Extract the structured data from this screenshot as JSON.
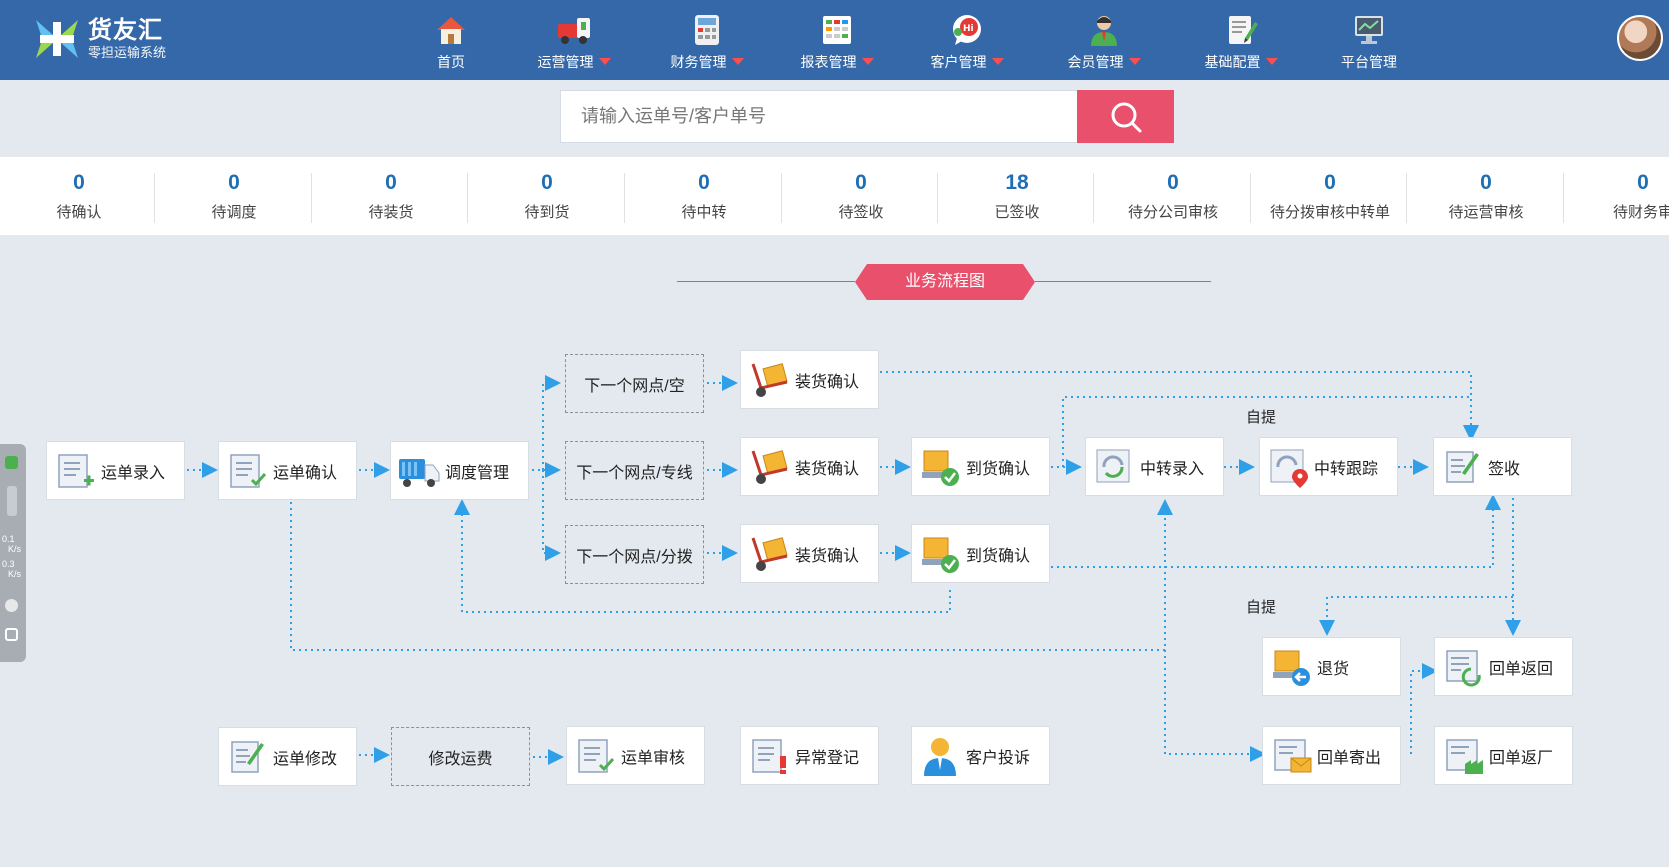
{
  "app": {
    "title": "货友汇",
    "subtitle": "零担运输系统"
  },
  "nav": [
    {
      "label": "首页",
      "icon": "home-icon",
      "dropdown": false
    },
    {
      "label": "运营管理",
      "icon": "truck-icon",
      "dropdown": true
    },
    {
      "label": "财务管理",
      "icon": "calculator-icon",
      "dropdown": true
    },
    {
      "label": "报表管理",
      "icon": "report-icon",
      "dropdown": true
    },
    {
      "label": "客户管理",
      "icon": "chat-icon",
      "dropdown": true
    },
    {
      "label": "会员管理",
      "icon": "member-icon",
      "dropdown": true
    },
    {
      "label": "基础配置",
      "icon": "config-icon",
      "dropdown": true
    },
    {
      "label": "平台管理",
      "icon": "monitor-icon",
      "dropdown": false
    }
  ],
  "search": {
    "placeholder": "请输入运单号/客户单号"
  },
  "stats": [
    {
      "count": "0",
      "label": "待确认"
    },
    {
      "count": "0",
      "label": "待调度"
    },
    {
      "count": "0",
      "label": "待装货"
    },
    {
      "count": "0",
      "label": "待到货"
    },
    {
      "count": "0",
      "label": "待中转"
    },
    {
      "count": "0",
      "label": "待签收"
    },
    {
      "count": "18",
      "label": "已签收"
    },
    {
      "count": "0",
      "label": "待分公司审核"
    },
    {
      "count": "0",
      "label": "待分拨审核中转单"
    },
    {
      "count": "0",
      "label": "待运营审核"
    },
    {
      "count": "0",
      "label": "待财务审"
    }
  ],
  "flow": {
    "title": "业务流程图",
    "notes": [
      "自提",
      "自提"
    ],
    "nodes": {
      "waybill_entry": "运单录入",
      "waybill_confirm": "运单确认",
      "dispatch": "调度管理",
      "next_empty": "下一个网点/空",
      "next_line": "下一个网点/专线",
      "next_split": "下一个网点/分拨",
      "load1": "装货确认",
      "load2": "装货确认",
      "load3": "装货确认",
      "arrive1": "到货确认",
      "arrive2": "到货确认",
      "transfer_entry": "中转录入",
      "transfer_track": "中转跟踪",
      "sign": "签收",
      "return_goods": "退货",
      "receipt_back": "回单返回",
      "receipt_send": "回单寄出",
      "receipt_factory": "回单返厂",
      "waybill_edit": "运单修改",
      "edit_fee": "修改运费",
      "waybill_audit": "运单审核",
      "exception": "异常登记",
      "complaint": "客户投诉"
    }
  },
  "side_widget": {
    "speed1": "0.1",
    "speed2": "0.3",
    "unit": "K/s"
  },
  "colors": {
    "header": "#3568a8",
    "accent": "#e8506b",
    "count": "#1f6fb5",
    "flow_line": "#2fa0e8"
  }
}
